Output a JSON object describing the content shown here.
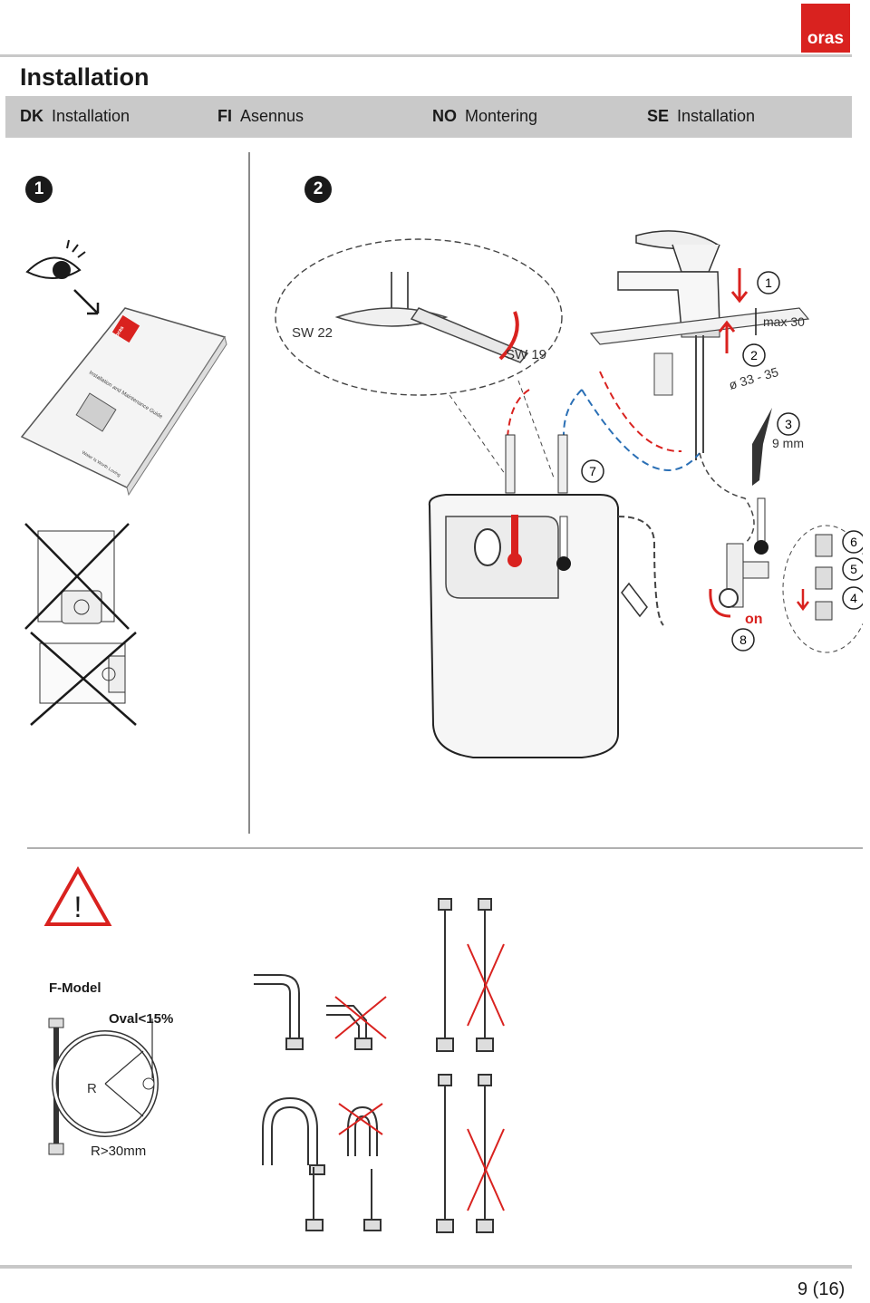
{
  "header": {
    "brand": "oras",
    "title": "Installation",
    "languages": [
      {
        "code": "DK",
        "label": "Installation"
      },
      {
        "code": "FI",
        "label": "Asennus"
      },
      {
        "code": "NO",
        "label": "Montering"
      },
      {
        "code": "SE",
        "label": "Installation"
      }
    ]
  },
  "steps": {
    "one": "1",
    "two": "2"
  },
  "manual": {
    "brand": "oras",
    "title": "Installation and Maintenance Guide",
    "slogan": "Water Is Worth Loving"
  },
  "diagram": {
    "wrench_sw22": "SW 22",
    "wrench_sw19": "SW 19",
    "max": "max 30",
    "diameter": "ø 33 - 35",
    "wire": "9 mm",
    "on": "on",
    "callouts": [
      "1",
      "2",
      "3",
      "4",
      "5",
      "6",
      "7",
      "8"
    ]
  },
  "warning": {
    "symbol": "!",
    "model": "F-Model",
    "oval": "Oval<15%",
    "radius": "R",
    "radius_min": "R>30mm"
  },
  "footer": {
    "page": "9 (16)"
  },
  "colors": {
    "accent": "#d9221f",
    "hot": "#d9221f",
    "cold": "#2a6fb5",
    "bar": "#c9c9c9"
  }
}
